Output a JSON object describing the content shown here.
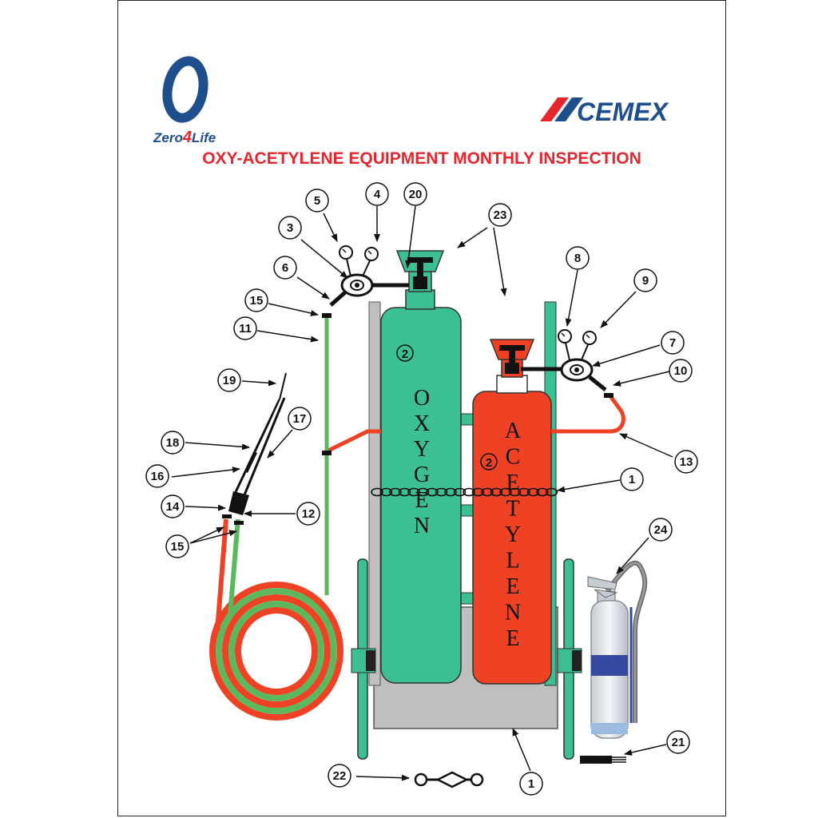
{
  "header": {
    "title": "OXY-ACETYLENE EQUIPMENT MONTHLY INSPECTION",
    "logo_left": {
      "prefix": "Zero",
      "digit": "4",
      "suffix": "Life"
    },
    "logo_right": "CEMEX"
  },
  "cylinders": {
    "oxygen_letters": [
      "O",
      "X",
      "Y",
      "G",
      "E",
      "N"
    ],
    "acetylene_letters": [
      "A",
      "C",
      "E",
      "T",
      "Y",
      "L",
      "E",
      "N",
      "E"
    ],
    "oxygen_badge": "2",
    "acetylene_badge": "2"
  },
  "callouts": {
    "c1": "1",
    "c1b": "1",
    "c3": "3",
    "c4": "4",
    "c5": "5",
    "c6": "6",
    "c7": "7",
    "c8": "8",
    "c9": "9",
    "c10": "10",
    "c11": "11",
    "c12": "12",
    "c13": "13",
    "c14": "14",
    "c15": "15",
    "c15b": "15",
    "c16": "16",
    "c17": "17",
    "c18": "18",
    "c19": "19",
    "c20": "20",
    "c21": "21",
    "c22": "22",
    "c23": "23",
    "c24": "24"
  },
  "colors": {
    "oxygen": "#3dbf95",
    "acetylene": "#ef4124",
    "hose_green": "#5cb85c",
    "cart": "#3dbf95",
    "cart_base": "#bfbfbf",
    "title_red": "#e5262e",
    "brand_blue": "#1f4e8c"
  }
}
